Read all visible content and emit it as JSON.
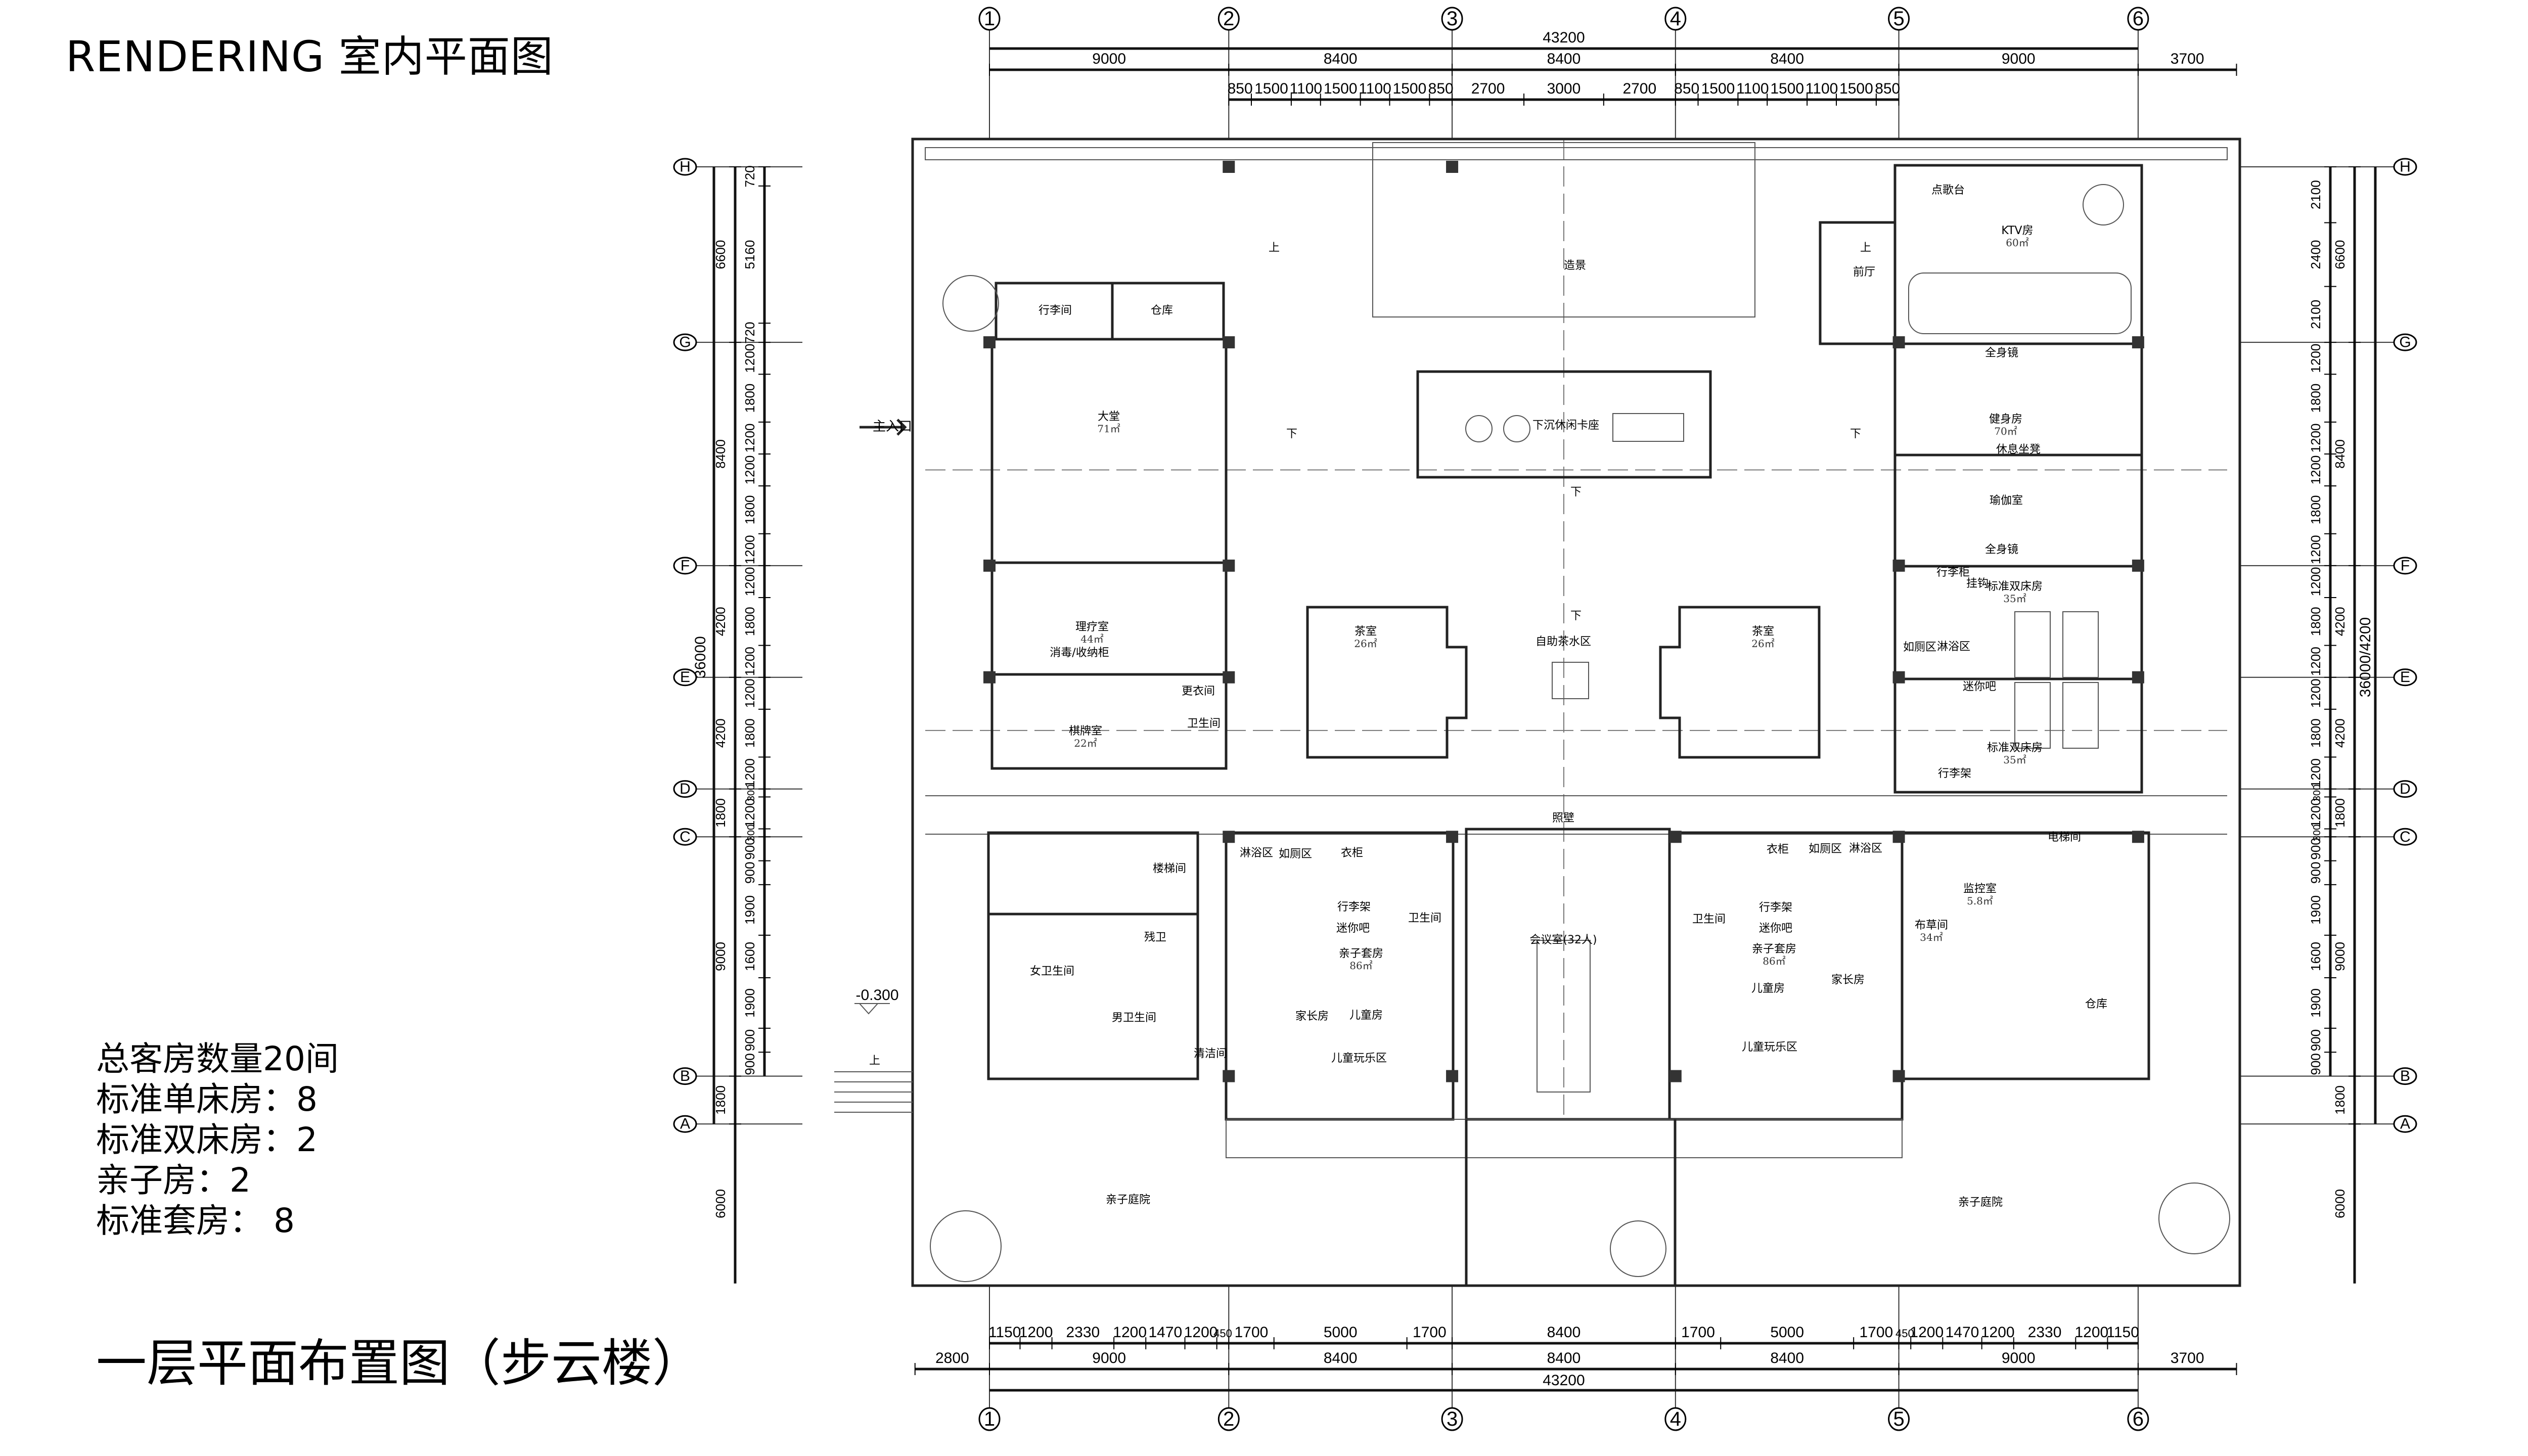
{
  "header": {
    "title": "RENDERING  室内平面图"
  },
  "summary": {
    "total": "总客房数量20间",
    "single": "标准单床房：8",
    "twin": "标准双床房：2",
    "family": "亲子房：2",
    "suite": "标准套房： 8"
  },
  "drawing_title": "一层平面布置图（步云楼）",
  "axes": {
    "columns": [
      "1",
      "2",
      "3",
      "4",
      "5",
      "6"
    ],
    "rows": [
      "H",
      "G",
      "F",
      "E",
      "D",
      "C",
      "B",
      "A"
    ]
  },
  "dimensions": {
    "top_total": "43200",
    "top_main": [
      "9000",
      "8400",
      "8400",
      "8400",
      "9000",
      "3700"
    ],
    "top_sub": [
      "850",
      "1500",
      "1100",
      "1500",
      "1100",
      "1500",
      "850",
      "2700",
      "3000",
      "2700",
      "850",
      "1500",
      "1100",
      "1500",
      "1100",
      "1500",
      "850"
    ],
    "bottom_sub": [
      "1150",
      "1200",
      "2330",
      "1200",
      "1470",
      "1200",
      "450",
      "1700",
      "5000",
      "1700",
      "8400",
      "1700",
      "5000",
      "1700",
      "450",
      "1200",
      "1470",
      "1200",
      "2330",
      "1200",
      "1150"
    ],
    "bottom_main": [
      "2800",
      "9000",
      "8400",
      "8400",
      "8400",
      "9000",
      "3700"
    ],
    "bottom_total": "43200",
    "left_total": "36000",
    "left_main": [
      "6600",
      "8400",
      "4200",
      "4200",
      "1800",
      "9000",
      "1800",
      "6000"
    ],
    "left_sub": [
      "720",
      "5160",
      "720",
      "1200",
      "1800",
      "1200",
      "1200",
      "1800",
      "1200",
      "1200",
      "1800",
      "1200",
      "1200",
      "1800",
      "1200",
      "300",
      "1200",
      "300",
      "900",
      "900",
      "1900",
      "1600",
      "1900",
      "900",
      "900"
    ],
    "right_total": "36000/4200",
    "right_main": [
      "6600",
      "8400",
      "4200",
      "4200",
      "1800",
      "9000",
      "1800",
      "6000"
    ],
    "right_sub": [
      "2100",
      "2400",
      "2100",
      "1200",
      "1800",
      "1200",
      "1200",
      "1800",
      "1200",
      "1200",
      "1800",
      "1200",
      "1200",
      "1800",
      "1200",
      "300",
      "1200",
      "300",
      "900",
      "900",
      "1900",
      "1600",
      "1900",
      "900",
      "900"
    ]
  },
  "labels": {
    "entrance": "主入口",
    "elevation": "-0.300",
    "up": "上",
    "down": "下"
  },
  "rooms": [
    {
      "name": "行李间"
    },
    {
      "name": "仓库"
    },
    {
      "name": "大堂",
      "area": "71㎡"
    },
    {
      "name": "理疗室",
      "area": "44㎡"
    },
    {
      "name": "消毒/收纳柜"
    },
    {
      "name": "棋牌室",
      "area": "22㎡"
    },
    {
      "name": "更衣间"
    },
    {
      "name": "卫生间"
    },
    {
      "name": "造景"
    },
    {
      "name": "下沉休闲卡座"
    },
    {
      "name": "茶室",
      "area": "26㎡"
    },
    {
      "name": "茶室",
      "area": "26㎡"
    },
    {
      "name": "自助茶水区"
    },
    {
      "name": "点歌台"
    },
    {
      "name": "KTV房",
      "area": "60㎡"
    },
    {
      "name": "前厅"
    },
    {
      "name": "全身镜"
    },
    {
      "name": "健身房",
      "area": "70㎡"
    },
    {
      "name": "休息坐凳"
    },
    {
      "name": "瑜伽室"
    },
    {
      "name": "全身镜"
    },
    {
      "name": "行李柜"
    },
    {
      "name": "挂钩"
    },
    {
      "name": "标准双床房",
      "area": "35㎡"
    },
    {
      "name": "如厕区"
    },
    {
      "name": "淋浴区"
    },
    {
      "name": "迷你吧"
    },
    {
      "name": "标准双床房",
      "area": "35㎡"
    },
    {
      "name": "行李架"
    },
    {
      "name": "楼梯间"
    },
    {
      "name": "残卫"
    },
    {
      "name": "女卫生间"
    },
    {
      "name": "男卫生间"
    },
    {
      "name": "清洁间"
    },
    {
      "name": "淋浴区"
    },
    {
      "name": "如厕区"
    },
    {
      "name": "衣柜"
    },
    {
      "name": "行李架"
    },
    {
      "name": "迷你吧"
    },
    {
      "name": "卫生间"
    },
    {
      "name": "亲子套房",
      "area": "86㎡"
    },
    {
      "name": "家长房"
    },
    {
      "name": "儿童房"
    },
    {
      "name": "儿童玩乐区"
    },
    {
      "name": "照壁"
    },
    {
      "name": "会议室(32人)"
    },
    {
      "name": "衣柜"
    },
    {
      "name": "如厕区"
    },
    {
      "name": "淋浴区"
    },
    {
      "name": "卫生间"
    },
    {
      "name": "行李架"
    },
    {
      "name": "迷你吧"
    },
    {
      "name": "亲子套房",
      "area": "86㎡"
    },
    {
      "name": "儿童房"
    },
    {
      "name": "家长房"
    },
    {
      "name": "儿童玩乐区"
    },
    {
      "name": "电梯间"
    },
    {
      "name": "监控室",
      "area": "5.8㎡"
    },
    {
      "name": "布草间",
      "area": "34㎡"
    },
    {
      "name": "仓库"
    },
    {
      "name": "亲子庭院"
    },
    {
      "name": "亲子庭院"
    }
  ]
}
